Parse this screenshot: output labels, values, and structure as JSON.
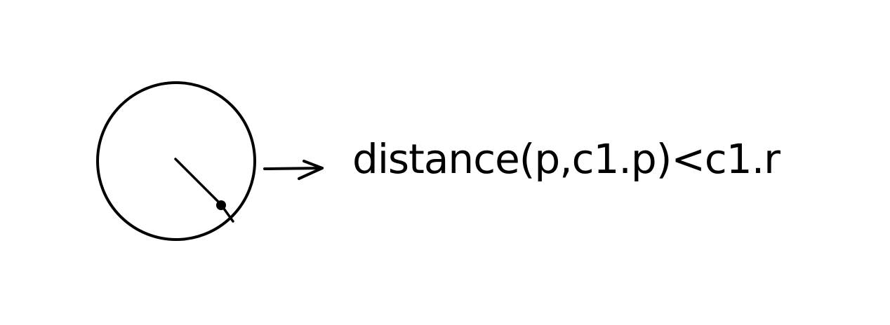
{
  "diagram": {
    "formula": "distance(p,c1.p)<c1.r",
    "ink_color": "#000000",
    "background_color": "#ffffff",
    "shapes": [
      "circle",
      "radius-line",
      "point",
      "arrow"
    ]
  }
}
